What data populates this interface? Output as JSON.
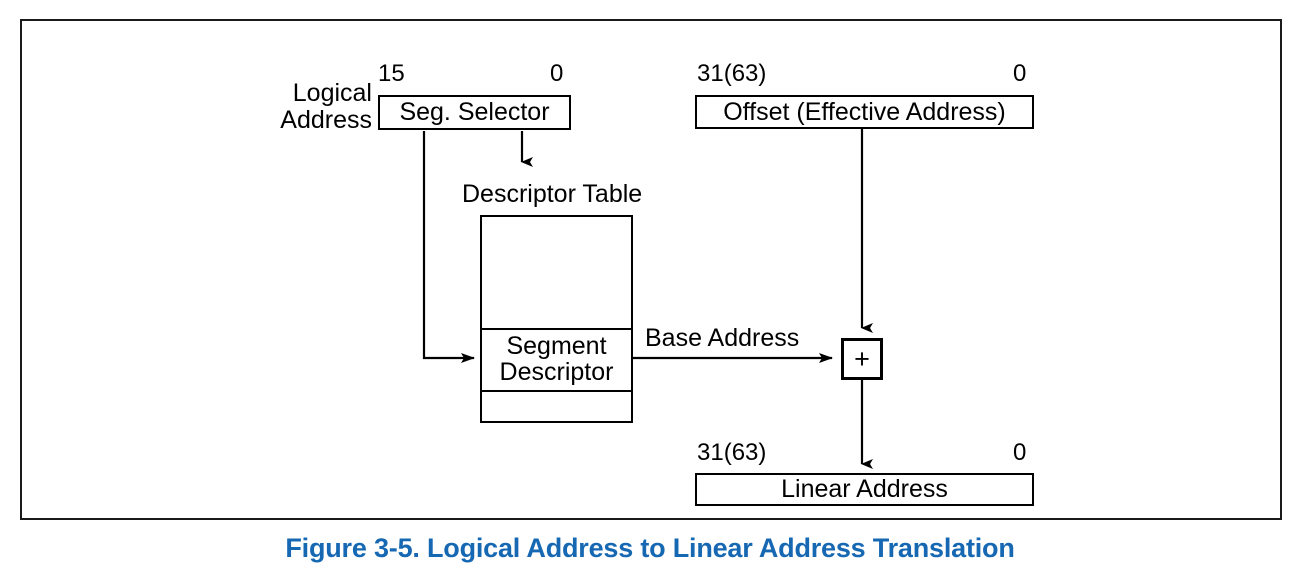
{
  "figure": {
    "caption": "Figure 3-5.  Logical Address to Linear Address Translation",
    "caption_color": "#1668b3",
    "frame_color": "#1a1a1a"
  },
  "diagram": {
    "logical_address_label": "Logical\nAddress",
    "logical_address_label_line1": "Logical",
    "logical_address_label_line2": "Address",
    "seg_selector": {
      "text": "Seg. Selector",
      "bit_high": "15",
      "bit_low": "0"
    },
    "offset": {
      "text": "Offset (Effective Address)",
      "bit_high": "31(63)",
      "bit_low": "0"
    },
    "descriptor_table": {
      "title": "Descriptor Table",
      "cells": [
        {
          "name": "empty-top",
          "text": ""
        },
        {
          "name": "segment-descriptor",
          "line1": "Segment",
          "line2": "Descriptor"
        },
        {
          "name": "empty-bottom",
          "text": ""
        }
      ]
    },
    "base_address_label": "Base Address",
    "adder": {
      "symbol": "+"
    },
    "linear_address": {
      "text": "Linear Address",
      "bit_high": "31(63)",
      "bit_low": "0"
    }
  }
}
